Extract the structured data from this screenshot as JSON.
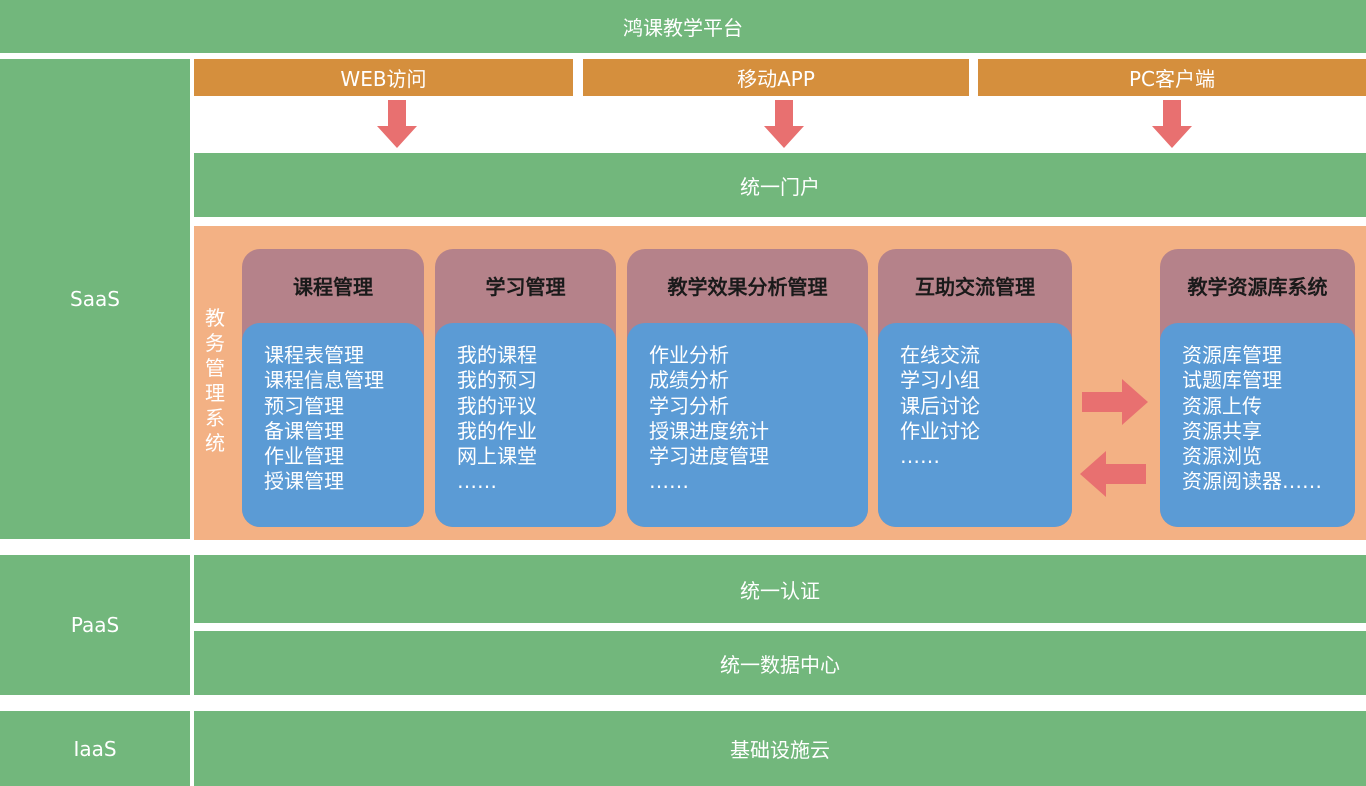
{
  "platform_title": "鸿课教学平台",
  "layers": {
    "saas": "SaaS",
    "paas": "PaaS",
    "iaas": "IaaS"
  },
  "access": [
    "WEB访问",
    "移动APP",
    "PC客户端"
  ],
  "portal": "统一门户",
  "system_label": [
    "教",
    "务",
    "管",
    "理",
    "系",
    "统"
  ],
  "modules": [
    {
      "title": "课程管理",
      "items": [
        "课程表管理",
        "课程信息管理",
        "预习管理",
        "备课管理",
        "作业管理",
        "授课管理"
      ]
    },
    {
      "title": "学习管理",
      "items": [
        "我的课程",
        "我的预习",
        "我的评议",
        "我的作业",
        "网上课堂",
        "……"
      ]
    },
    {
      "title": "教学效果分析管理",
      "items": [
        "作业分析",
        "成绩分析",
        "学习分析",
        "授课进度统计",
        "学习进度管理",
        "……"
      ]
    },
    {
      "title": "互助交流管理",
      "items": [
        "在线交流",
        "学习小组",
        "课后讨论",
        "作业讨论",
        "……"
      ]
    },
    {
      "title": "教学资源库系统",
      "items": [
        "资源库管理",
        "试题库管理",
        "资源上传",
        "资源共享",
        "资源浏览",
        "资源阅读器……"
      ]
    }
  ],
  "paas_items": [
    "统一认证",
    "统一数据中心"
  ],
  "iaas_items": [
    "基础设施云"
  ],
  "colors": {
    "green": "#72b77c",
    "orange": "#d58f3d",
    "salmon": "#f3b184",
    "mauve": "#b5828a",
    "blue": "#5b9bd5",
    "arrow": "#e87070"
  },
  "icons": [
    "arrow-down-icon",
    "arrow-right-icon",
    "arrow-left-icon"
  ]
}
